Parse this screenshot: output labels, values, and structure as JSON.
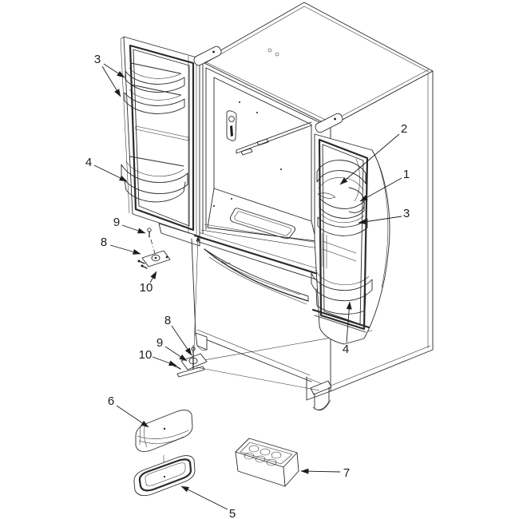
{
  "figure": {
    "type": "exploded-parts-diagram",
    "subject": "Refrigerator doors, door bins, hinges and accessories",
    "callouts": [
      {
        "ref": "left-door-bins",
        "label": "3"
      },
      {
        "ref": "left-door-lower-bin",
        "label": "4"
      },
      {
        "ref": "upper-hinge-pin",
        "label": "9"
      },
      {
        "ref": "upper-hinge-bracket",
        "label": "8"
      },
      {
        "ref": "upper-hinge-shim",
        "label": "10"
      },
      {
        "ref": "dairy-lid",
        "label": "2"
      },
      {
        "ref": "dairy-bin",
        "label": "1"
      },
      {
        "ref": "right-door-bin",
        "label": "3"
      },
      {
        "ref": "right-door-lower-bin",
        "label": "4"
      },
      {
        "ref": "lower-hinge-bracket",
        "label": "8"
      },
      {
        "ref": "lower-hinge-pin",
        "label": "9"
      },
      {
        "ref": "lower-hinge-shim",
        "label": "10"
      },
      {
        "ref": "butter-dish-lid",
        "label": "6"
      },
      {
        "ref": "butter-dish-tray",
        "label": "5"
      },
      {
        "ref": "egg-tray",
        "label": "7"
      }
    ],
    "colors": {
      "line": "#2a2a2a",
      "background": "#ffffff"
    }
  }
}
